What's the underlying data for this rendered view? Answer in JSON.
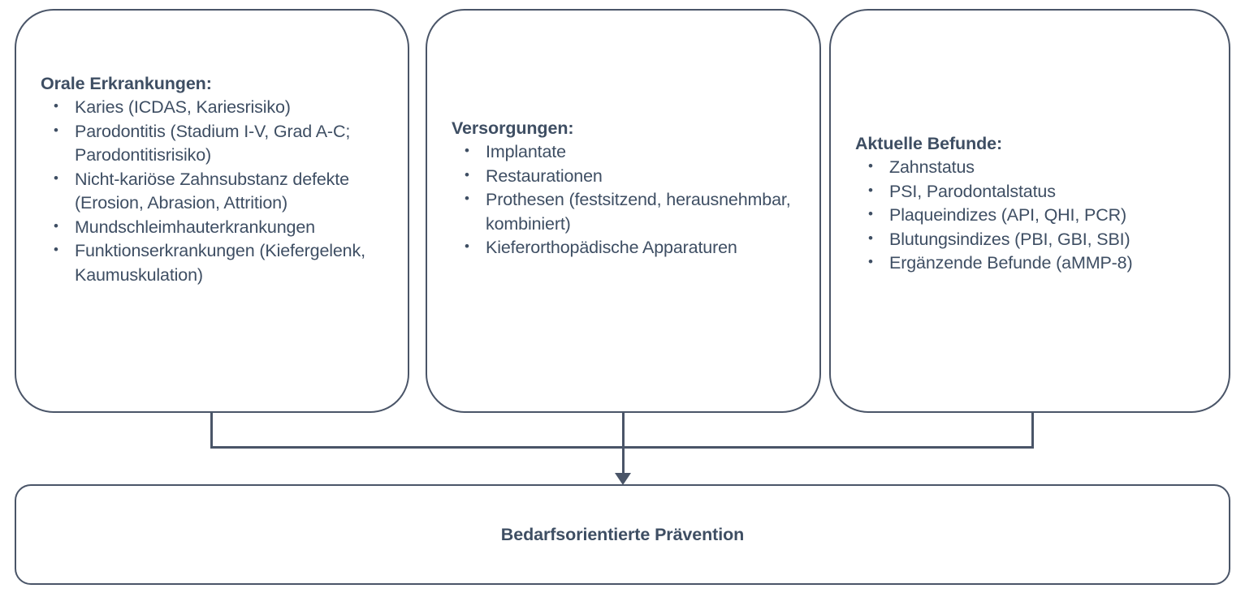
{
  "diagram": {
    "accent_color": "#4A5568",
    "text_color": "#3E4E63",
    "background": "#FFFFFF",
    "nodes": [
      {
        "id": "oral-diseases",
        "title": "Orale Erkrankungen:",
        "items": [
          "Karies (ICDAS, Kariesrisiko)",
          "Parodontitis (Stadium I-V, Grad A-C; Parodontitisrisiko)",
          "Nicht-kariöse Zahnsubstanz defekte (Erosion, Abrasion, Attrition)",
          "Mundschleimhauterkrankungen",
          "Funktionserkrankungen (Kiefergelenk, Kaumuskulation)"
        ]
      },
      {
        "id": "care-provisions",
        "title": "Versorgungen:",
        "items": [
          "Implantate",
          "Restaurationen",
          "Prothesen (festsitzend, herausnehmbar, kombiniert)",
          "Kieferorthopädische Apparaturen"
        ]
      },
      {
        "id": "current-findings",
        "title": "Aktuelle Befunde:",
        "items": [
          "Zahnstatus",
          "PSI, Parodontalstatus",
          "Plaqueindizes (API, QHI, PCR)",
          "Blutungsindizes (PBI, GBI, SBI)",
          "Ergänzende Befunde (aMMP-8)"
        ]
      }
    ],
    "outcome": {
      "id": "needs-based-prevention",
      "label": "Bedarfsorientierte Prävention"
    },
    "connector": {
      "type": "merge-arrow",
      "sources": [
        "oral-diseases",
        "care-provisions",
        "current-findings"
      ],
      "target": "needs-based-prevention"
    }
  }
}
